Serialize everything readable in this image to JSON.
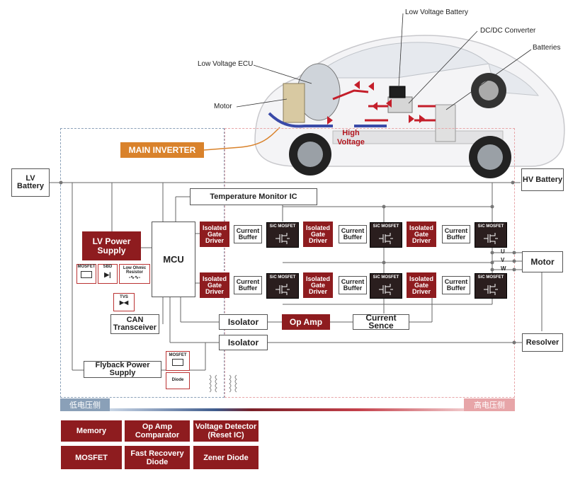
{
  "car_labels": {
    "low_voltage_battery": "Low Voltage Battery",
    "dcdc": "DC/DC Converter",
    "batteries": "Batteries",
    "low_voltage_ecu": "Low Voltage ECU",
    "motor": "Motor",
    "high_voltage": "High\nVoltage",
    "main_inverter": "MAIN INVERTER"
  },
  "blocks": {
    "lv_battery": "LV\nBattery",
    "hv_battery": "HV Battery",
    "temp_monitor": "Temperature Monitor IC",
    "lv_power_supply": "LV Power\nSupply",
    "mcu": "MCU",
    "can_transceiver": "CAN\nTransceiver",
    "isolator_1": "Isolator",
    "isolator_2": "Isolator",
    "op_amp": "Op Amp",
    "current_sense": "Current Sence",
    "motor": "Motor",
    "resolver": "Resolver",
    "flyback": "Flyback Power Supply"
  },
  "gate_driver": "Isolated\nGate\nDriver",
  "current_buffer": "Current\nBuffer",
  "sic_mosfet": "SiC MOSFET",
  "phases": [
    "U",
    "V",
    "W"
  ],
  "components": {
    "mosfet": "MOSFET",
    "sbd": "SBD",
    "low_ohmic": "Low Ohmic\nResistor",
    "tvs": "TVS",
    "flyback_mosfet": "MOSFET",
    "flyback_diode": "Diode"
  },
  "zones": {
    "low_voltage": "低电压侧",
    "high_voltage": "高电压侧"
  },
  "legend": [
    "Memory",
    "Op Amp\nComparator",
    "Voltage Detector\n(Reset IC)",
    "MOSFET",
    "Fast Recovery\nDiode",
    "Zener Diode"
  ],
  "colors": {
    "accent_red": "#8e1c1f",
    "inverter_orange": "#d9822b",
    "lv_zone": "#8aa0b8",
    "hv_zone": "#e7a5a8"
  }
}
